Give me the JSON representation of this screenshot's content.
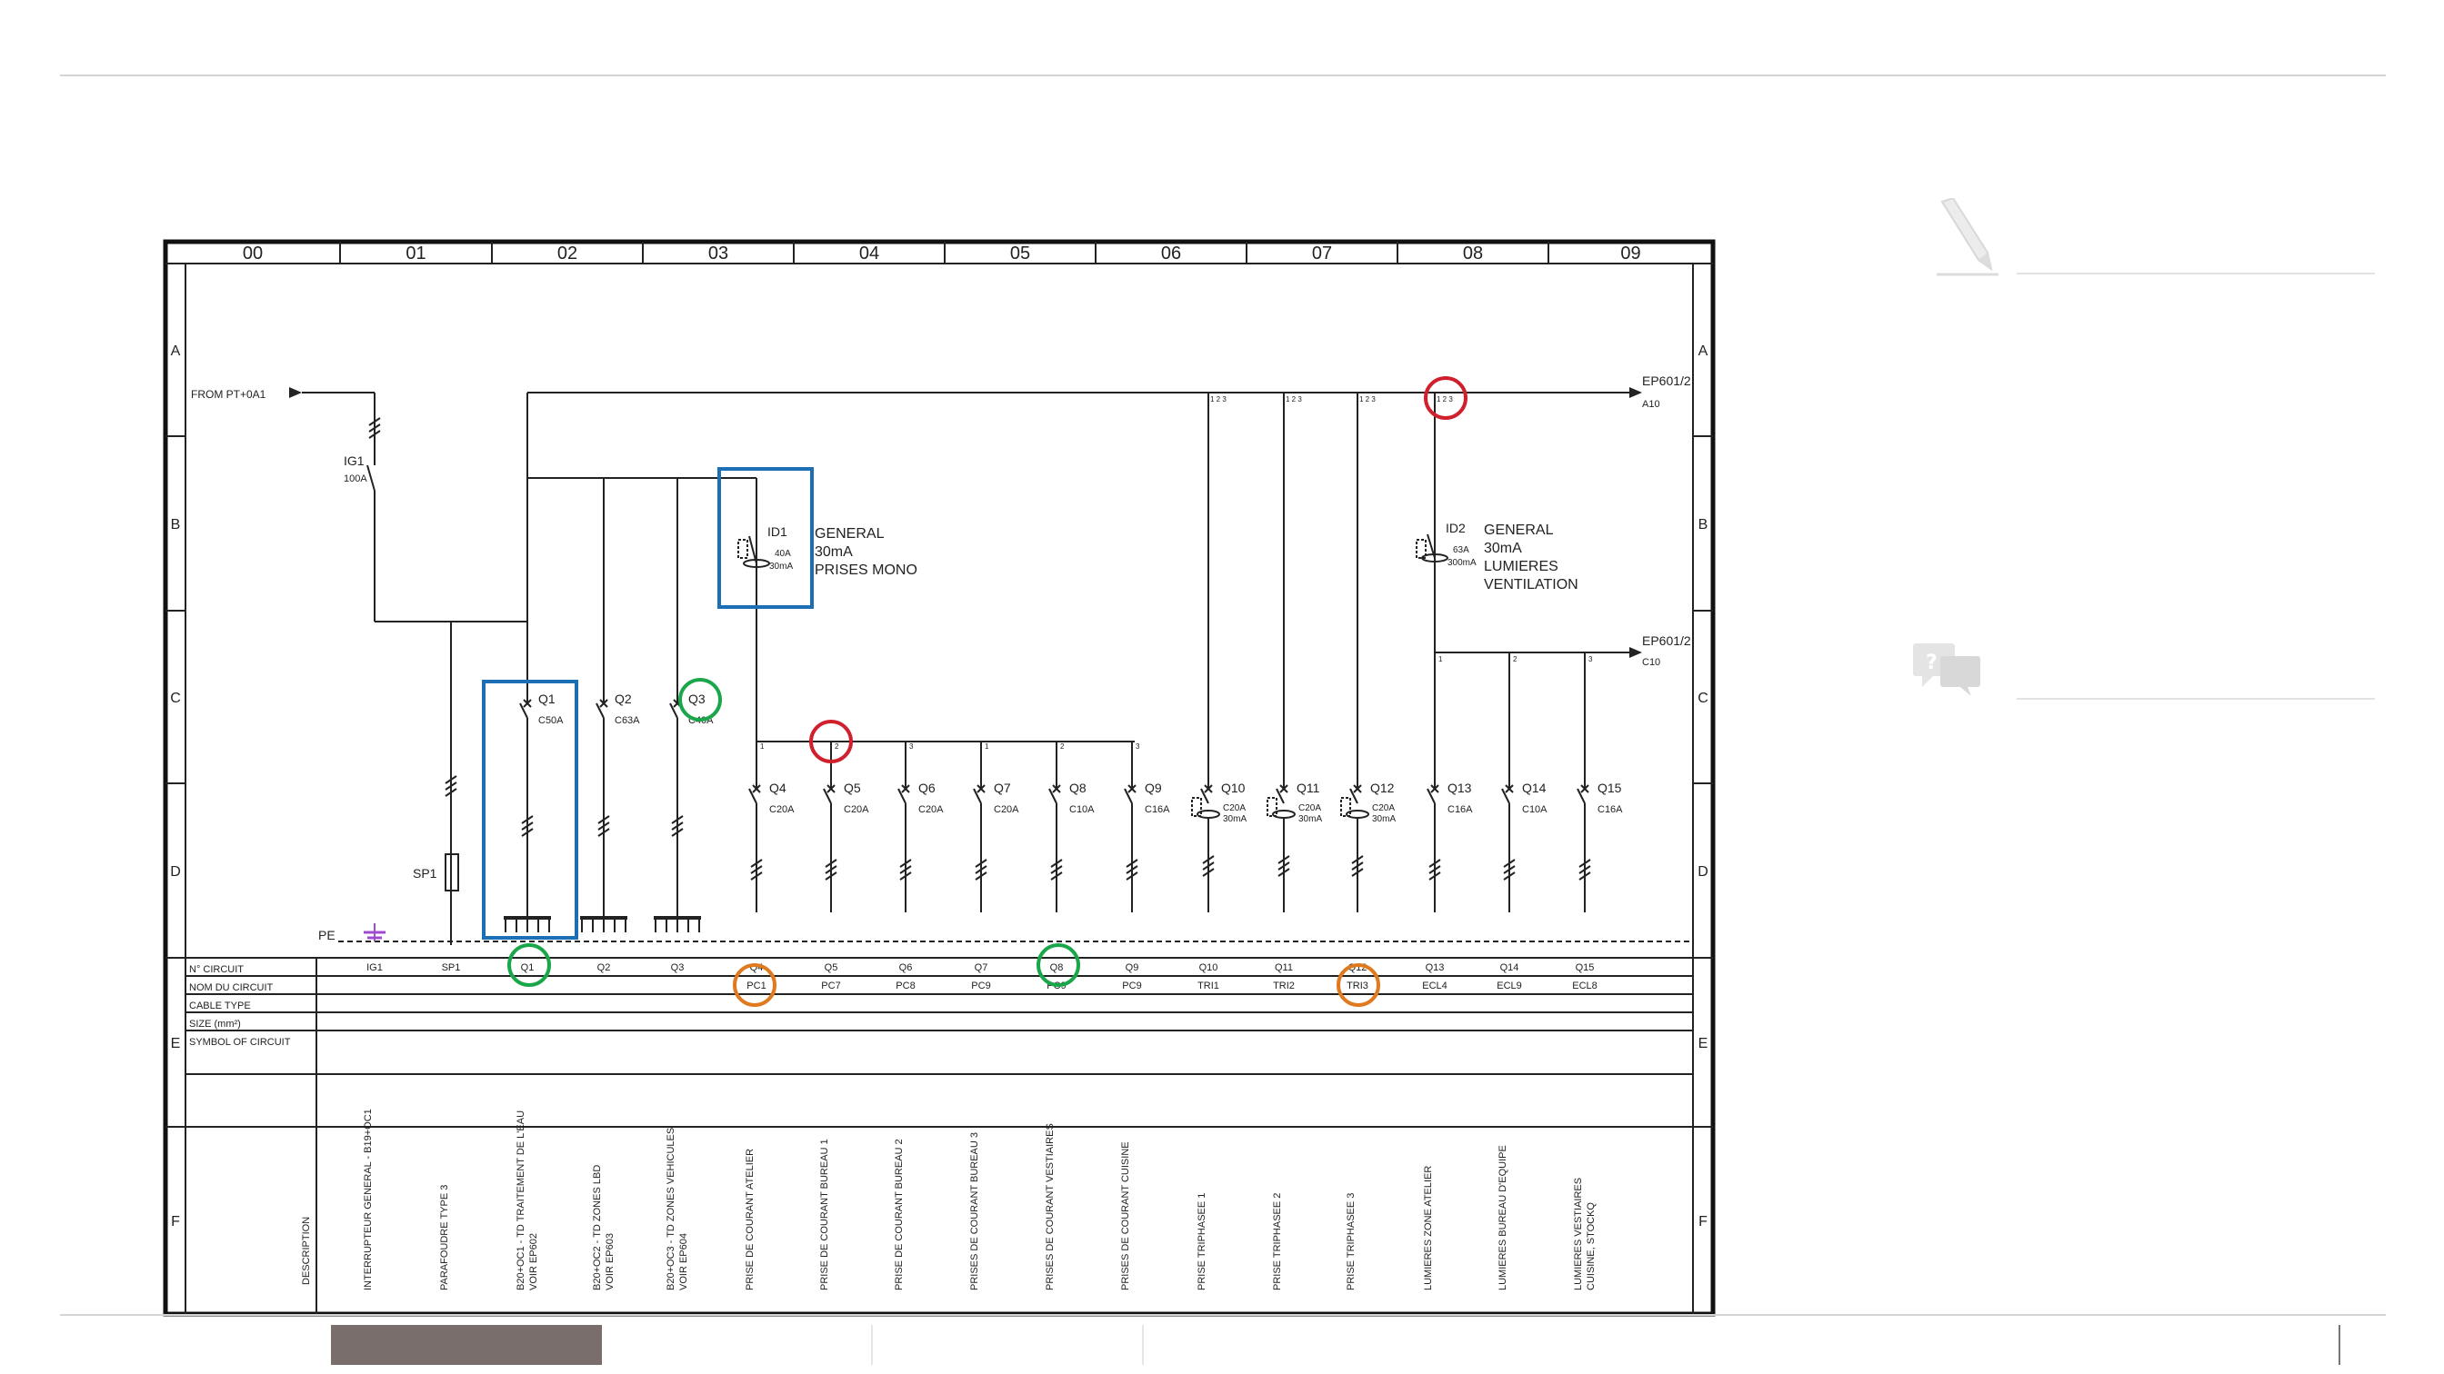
{
  "colors": {
    "accent_red": "#d0202e",
    "accent_green": "#1aa64a",
    "accent_blue": "#1d6fb5",
    "accent_orange": "#e07a1f",
    "earth_purple": "#a04cd0",
    "footer_active_tab": "#7a6e6c"
  },
  "sidebar": {
    "note_icon": "pencil-icon",
    "question_icon": "question-chat-icon"
  },
  "schematic": {
    "columns": [
      "00",
      "01",
      "02",
      "03",
      "04",
      "05",
      "06",
      "07",
      "08",
      "09"
    ],
    "rows": [
      "A",
      "B",
      "C",
      "D",
      "E",
      "F"
    ],
    "labels": {
      "from": "FROM PT+0A1",
      "ig1": "IG1",
      "ig1_rating": "100A",
      "sp1": "SP1",
      "pe": "PE",
      "id1": "ID1",
      "id1_rating": "40A",
      "id1_sens": "30mA",
      "id1_desc": [
        "GENERAL",
        "30mA",
        "PRISES MONO"
      ],
      "id2": "ID2",
      "id2_rating": "63A",
      "id2_sens": "300mA",
      "id2_desc": [
        "GENERAL",
        "30mA",
        "LUMIERES",
        "VENTILATION"
      ],
      "ep_top": "EP601/2",
      "ep_top_ref": "A10",
      "ep_mid": "EP601/2",
      "ep_mid_ref": "C10",
      "phase_tag": "1 2 3"
    },
    "breakers": [
      {
        "name": "Q1",
        "rating": "C50A"
      },
      {
        "name": "Q2",
        "rating": "C63A"
      },
      {
        "name": "Q3",
        "rating": "C40A"
      },
      {
        "name": "Q4",
        "rating": "C20A"
      },
      {
        "name": "Q5",
        "rating": "C20A"
      },
      {
        "name": "Q6",
        "rating": "C20A"
      },
      {
        "name": "Q7",
        "rating": "C20A"
      },
      {
        "name": "Q8",
        "rating": "C10A"
      },
      {
        "name": "Q9",
        "rating": "C16A"
      },
      {
        "name": "Q10",
        "rating": "C20A",
        "sens": "30mA"
      },
      {
        "name": "Q11",
        "rating": "C20A",
        "sens": "30mA"
      },
      {
        "name": "Q12",
        "rating": "C20A",
        "sens": "30mA"
      },
      {
        "name": "Q13",
        "rating": "C16A"
      },
      {
        "name": "Q14",
        "rating": "C10A"
      },
      {
        "name": "Q15",
        "rating": "C16A"
      }
    ],
    "table": {
      "row_labels": [
        "N° CIRCUIT",
        "NOM DU CIRCUIT",
        "CABLE TYPE",
        "SIZE (mm²)",
        "SYMBOL OF CIRCUIT"
      ],
      "circuits": [
        "IG1",
        "SP1",
        "Q1",
        "Q2",
        "Q3",
        "Q4",
        "Q5",
        "Q6",
        "Q7",
        "Q8",
        "Q9",
        "Q10",
        "Q11",
        "Q12",
        "Q13",
        "Q14",
        "Q15"
      ],
      "names": [
        "PC1",
        "PC7",
        "PC8",
        "PC9",
        "PC9",
        "PC9",
        "TRI1",
        "TRI2",
        "TRI3",
        "ECL4",
        "ECL9",
        "ECL8"
      ],
      "description_header": "DESCRIPTION",
      "descriptions": [
        [
          "INTERRUPTEUR GENERAL - B19+OC1"
        ],
        [
          "PARAFOUDRE TYPE 3"
        ],
        [
          "B20+OC1 - TD TRAITEMENT DE L'EAU",
          "VOIR EP602"
        ],
        [
          "B20+OC2 - TD ZONES LBD",
          "VOIR EP603"
        ],
        [
          "B20+OC3 - TD ZONES VEHICULES",
          "VOIR EP604"
        ],
        [
          "PRISE DE COURANT ATELIER"
        ],
        [
          "PRISE DE COURANT BUREAU 1"
        ],
        [
          "PRISE DE COURANT BUREAU 2"
        ],
        [
          "PRISES DE COURANT BUREAU 3"
        ],
        [
          "PRISES DE COURANT VESTIAIRES"
        ],
        [
          "PRISES DE COURANT CUISINE"
        ],
        [
          "PRISE TRIPHASEE 1"
        ],
        [
          "PRISE TRIPHASEE 2"
        ],
        [
          "PRISE TRIPHASEE 3"
        ],
        [
          "LUMIERES ZONE ATELIER"
        ],
        [
          "LUMIERES BUREAU D'EQUIPE"
        ],
        [
          "LUMIERES VESTIAIRES",
          "CUISINE, STOCKQ"
        ]
      ]
    }
  }
}
